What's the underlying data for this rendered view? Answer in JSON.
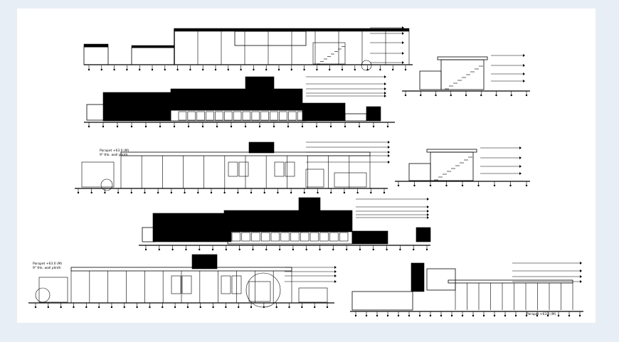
{
  "drawing": {
    "background_color": "#e8eef5",
    "sheet_color": "#ffffff",
    "ink_color": "#000000",
    "annotations": {
      "level_note_1": "Parapet +63.0 (M)",
      "level_note_2": "9\" thk. wall plinth",
      "level_note_3": "Parapet +63.0 (M)",
      "level_note_4": "9\" thk. wall plinth",
      "level_note_5": "Parapet +63.0 (M)"
    }
  }
}
